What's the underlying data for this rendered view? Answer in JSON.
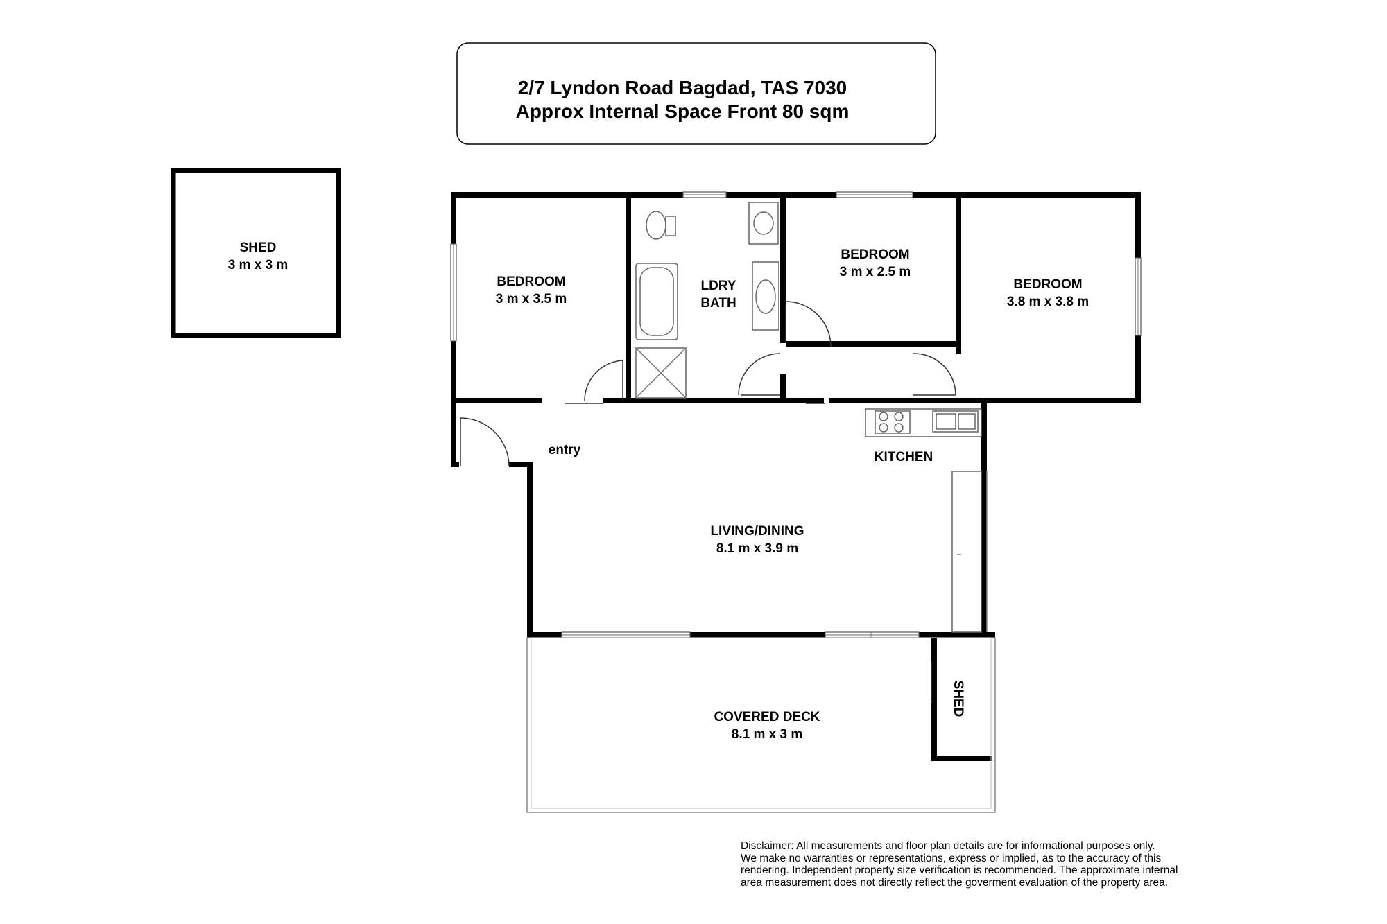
{
  "title": {
    "line1": "2/7 Lyndon Road Bagdad, TAS 7030",
    "line2": "Approx Internal Space Front 80 sqm"
  },
  "rooms": {
    "shed_detached": {
      "name": "SHED",
      "size": "3 m x  3 m"
    },
    "bedroom_1": {
      "name": "BEDROOM",
      "size": "3 m x 3.5 m"
    },
    "laundry_bath": {
      "name": "LDRY",
      "name2": "BATH"
    },
    "bedroom_2": {
      "name": "BEDROOM",
      "size": "3 m x 2.5 m"
    },
    "bedroom_3": {
      "name": "BEDROOM",
      "size": "3.8 m x 3.8 m"
    },
    "entry": {
      "name": "entry"
    },
    "kitchen": {
      "name": "KITCHEN"
    },
    "living_dining": {
      "name": "LIVING/DINING",
      "size": "8.1 m x 3.9 m"
    },
    "covered_deck": {
      "name": "COVERED DECK",
      "size": "8.1 m x 3 m"
    },
    "shed_deck": {
      "name": "SHED"
    }
  },
  "disclaimer": [
    "Disclaimer: All measurements and floor plan details are for informational purposes only.",
    " We  make no warranties or representations, express or implied, as to the accuracy of this",
    "rendering. Independent property size verification is recommended. The approximate internal",
    "area measurement does not directly reflect the goverment evaluation of the property area."
  ]
}
